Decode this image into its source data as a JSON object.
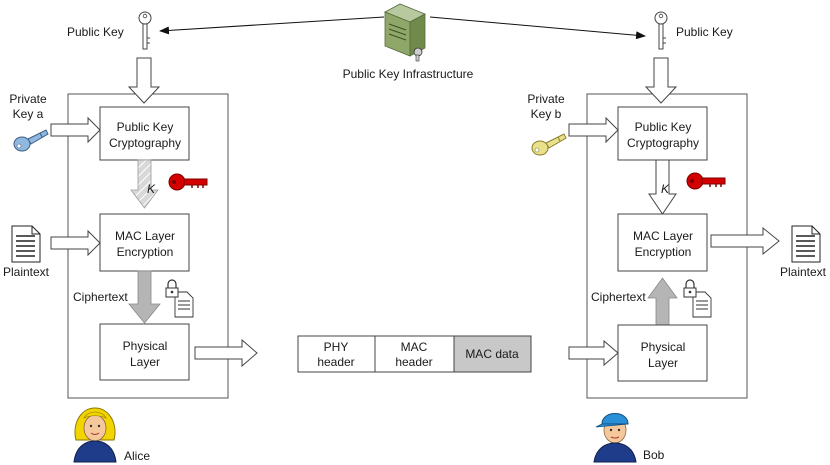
{
  "pki": {
    "label": "Public Key Infrastructure"
  },
  "alice": {
    "public_key": "Public Key",
    "private_key_line1": "Private",
    "private_key_line2": "Key a",
    "pkc_line1": "Public Key",
    "pkc_line2": "Cryptography",
    "k_label": "K",
    "mac_line1": "MAC Layer",
    "mac_line2": "Encryption",
    "plaintext": "Plaintext",
    "ciphertext": "Ciphertext",
    "phy_line1": "Physical",
    "phy_line2": "Layer",
    "name": "Alice"
  },
  "bob": {
    "public_key": "Public Key",
    "private_key_line1": "Private",
    "private_key_line2": "Key b",
    "pkc_line1": "Public Key",
    "pkc_line2": "Cryptography",
    "k_label": "K",
    "mac_line1": "MAC Layer",
    "mac_line2": "Encryption",
    "plaintext": "Plaintext",
    "ciphertext": "Ciphertext",
    "phy_line1": "Physical",
    "phy_line2": "Layer",
    "name": "Bob"
  },
  "frame": {
    "phy_header_line1": "PHY",
    "phy_header_line2": "header",
    "mac_header_line1": "MAC",
    "mac_header_line2": "header",
    "mac_data": "MAC data"
  },
  "colors": {
    "private_key_a": "#8fb7e0",
    "private_key_b": "#e8e08a",
    "session_key": "#d40000",
    "mac_data_fill": "#c8c8c8",
    "cipher_arrow": "#b5b5b5"
  }
}
